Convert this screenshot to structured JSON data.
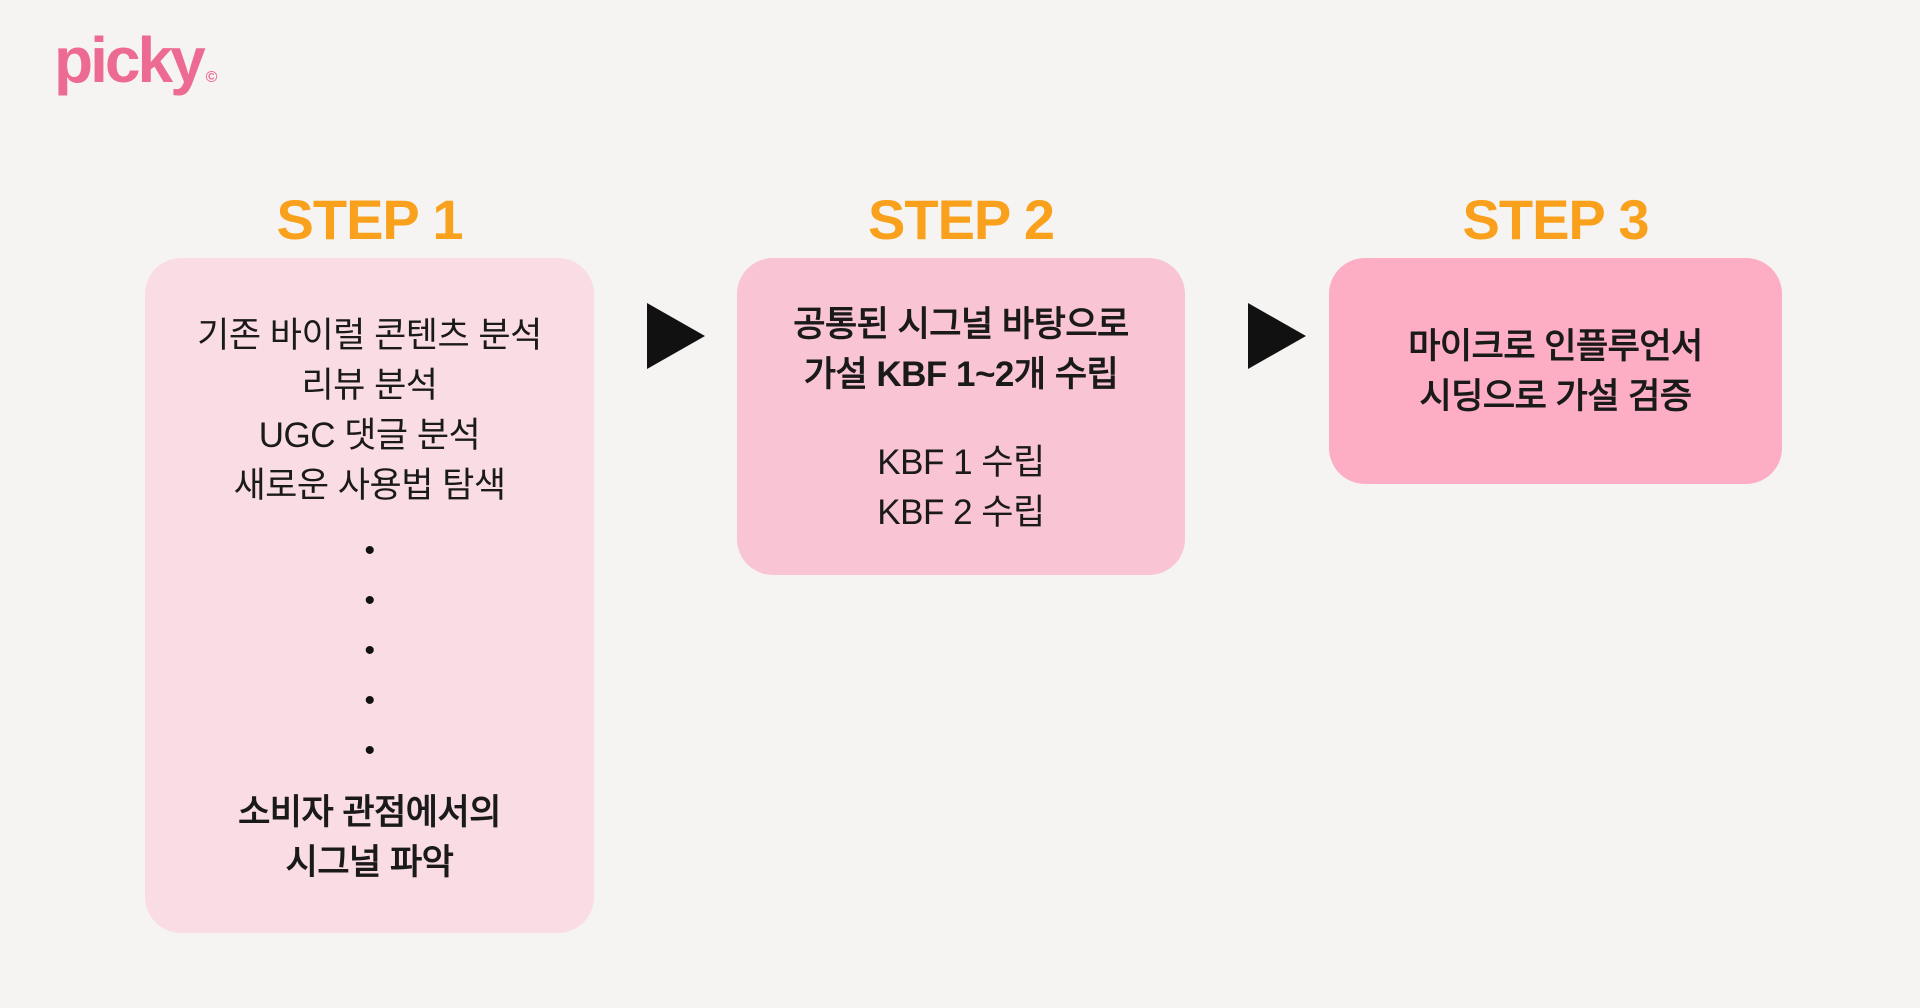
{
  "page": {
    "background": "#F5F4F2"
  },
  "logo": {
    "text": "picky",
    "mark": "©",
    "color": "#ED6B92"
  },
  "colors": {
    "step_heading": "#F9A11C",
    "card1_bg": "#FADCE4",
    "card2_bg": "#F9C4D3",
    "card3_bg": "#FDAEC4",
    "body_text": "#1A1A1A",
    "arrow": "#111111"
  },
  "steps": [
    {
      "label": "STEP 1",
      "lines": [
        "기존 바이럴 콘텐츠 분석",
        "리뷰 분석",
        "UGC 댓글 분석",
        "새로운 사용법 탐색"
      ],
      "dots": [
        "•",
        "•",
        "•",
        "•",
        "•"
      ],
      "bold_lines": [
        "소비자 관점에서의",
        "시그널 파악"
      ]
    },
    {
      "label": "STEP 2",
      "bold_lines": [
        "공통된 시그널 바탕으로",
        "가설 KBF 1~2개 수립"
      ],
      "lines": [
        "KBF 1 수립",
        "KBF 2 수립"
      ]
    },
    {
      "label": "STEP 3",
      "bold_lines": [
        "마이크로 인플루언서",
        "시딩으로 가설 검증"
      ]
    }
  ]
}
